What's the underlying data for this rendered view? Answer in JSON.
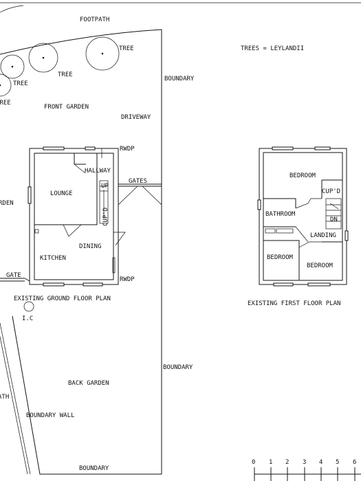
{
  "drawing": {
    "labels": {
      "footpath_top": "FOOTPATH",
      "trees_note": "TREES = LEYLANDII",
      "tree": "TREE",
      "boundary": "BOUNDARY",
      "front_garden": "FRONT GARDEN",
      "driveway": "DRIVEWAY",
      "rwdp": "RWDP",
      "gates": "GATES",
      "garden_partial": "RDEN",
      "gate": "GATE",
      "back_garden": "BACK GARDEN",
      "footpath_partial": "ATH",
      "boundary_wall": "BOUNDARY WALL",
      "ic": "I.C"
    },
    "ground_floor": {
      "title": "EXISTING GROUND FLOOR PLAN",
      "rooms": {
        "hallway": "HALLWAY",
        "lounge": "LOUNGE",
        "cupboard": "CUP'D",
        "up": "UP",
        "dining": "DINING",
        "kitchen": "KITCHEN"
      }
    },
    "first_floor": {
      "title": "EXISTING FIRST FLOOR PLAN",
      "rooms": {
        "bedroom_front": "BEDROOM",
        "cupboard": "CUP'D",
        "bathroom": "BATHROOM",
        "down": "DN",
        "landing": "LANDING",
        "bedroom_rear_left": "BEDROOM",
        "bedroom_rear_right": "BEDROOM"
      }
    },
    "scale_bar": {
      "ticks": [
        "0",
        "1",
        "2",
        "3",
        "4",
        "5",
        "6"
      ]
    }
  }
}
